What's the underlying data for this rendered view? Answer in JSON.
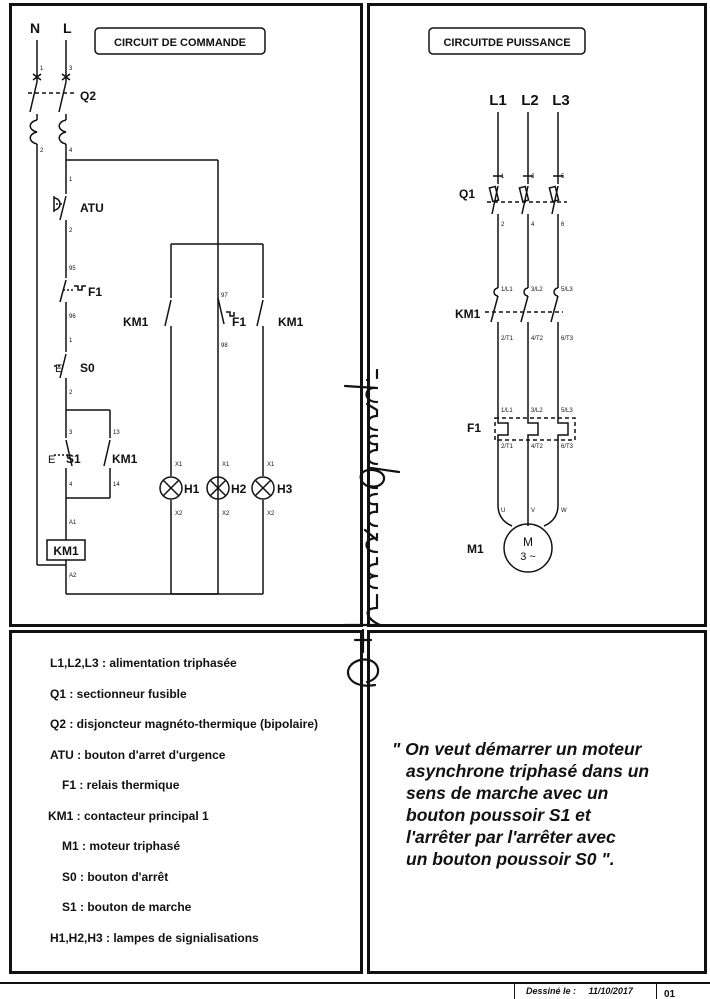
{
  "control_circuit": {
    "title": "CIRCUIT DE COMMANDE",
    "rail_labels": [
      "N",
      "L"
    ],
    "q2_label": "Q2",
    "atu_label": "ATU",
    "f1_label": "F1",
    "s0_label": "S0",
    "s0_prefix": "E",
    "s1_label": "S1",
    "s1_prefix": "E",
    "km1_contact_label": "KM1",
    "km1_coil_label": "KM1",
    "km1_aux_left_label": "KM1",
    "f1_aux_label": "F1",
    "km1_aux_right_label": "KM1",
    "lamp_labels": [
      "H1",
      "H2",
      "H3"
    ],
    "terminals": {
      "q2_top_left": "1",
      "q2_top_right": "3",
      "q2_bot_left": "2",
      "q2_bot_right": "4",
      "atu_top": "1",
      "atu_bot": "2",
      "f1_top": "95",
      "f1_bot": "96",
      "s0_top": "1",
      "s0_bot": "2",
      "s1_top": "3",
      "s1_bot": "4",
      "km1_top": "13",
      "km1_bot": "14",
      "coil_top": "A1",
      "coil_bot": "A2",
      "aux_f1_top": "97",
      "aux_f1_bot": "98",
      "lamp_top": "X1",
      "lamp_bot": "X2"
    }
  },
  "power_circuit": {
    "title": "CIRCUITDE PUISSANCE",
    "phases": [
      "L1",
      "L2",
      "L3"
    ],
    "q1_label": "Q1",
    "km1_label": "KM1",
    "f1_label": "F1",
    "motor_ref": "M1",
    "motor_text": "M",
    "motor_phase": "3 ~",
    "q1_terminals_top": [
      "1",
      "3",
      "5"
    ],
    "q1_terminals_bot": [
      "2",
      "4",
      "6"
    ],
    "km1_terminals_top": [
      "1/L1",
      "3/L2",
      "5/L3"
    ],
    "km1_terminals_bot": [
      "2/T1",
      "4/T2",
      "6/T3"
    ],
    "f1_terminals_top": [
      "1/L1",
      "3/L2",
      "5/L3"
    ],
    "f1_terminals_bot": [
      "2/T1",
      "4/T2",
      "6/T3"
    ],
    "motor_terminals": [
      "U",
      "V",
      "W"
    ]
  },
  "watermark": "Othmanguabardi",
  "legend": [
    "L1,L2,L3 : alimentation triphasée",
    "Q1 : sectionneur fusible",
    "Q2 : disjoncteur magnéto-thermique (bipolaire)",
    "ATU : bouton d'arret d'urgence",
    "F1 : relais thermique",
    "KM1 : contacteur principal 1",
    "M1 : moteur triphasé",
    "S0 : bouton d'arrêt",
    "S1 : bouton de marche",
    "H1,H2,H3 : lampes de signialisations"
  ],
  "statement_lines": [
    "\" On veut démarrer un moteur",
    "asynchrone triphasé dans un",
    "sens de marche avec un",
    "bouton poussoir S1 et",
    "l'arrêter par l'arrêter avec",
    "un bouton poussoir S0 \"."
  ],
  "footer": {
    "drawn_label": "Dessiné le :",
    "drawn_date": "11/10/2017",
    "page_number": "01"
  }
}
